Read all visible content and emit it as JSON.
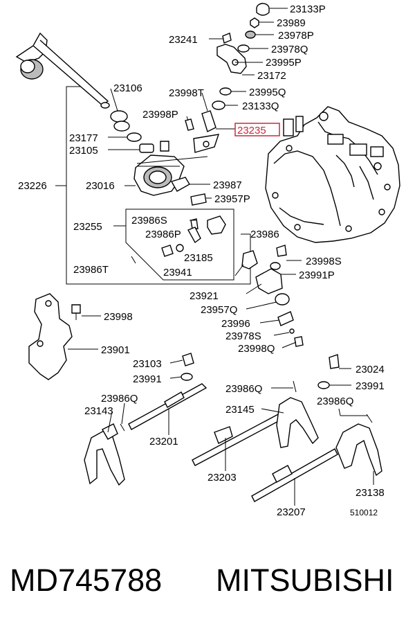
{
  "diagram": {
    "highlight_color": "#c8283c",
    "labels": {
      "p23133P": "23133P",
      "p23989": "23989",
      "p23978P": "23978P",
      "p23241": "23241",
      "p23978Q": "23978Q",
      "p23995P": "23995P",
      "p23172": "23172",
      "p23106": "23106",
      "p23998T": "23998T",
      "p23995Q": "23995Q",
      "p23133Q": "23133Q",
      "p23998P": "23998P",
      "p23235": "23235",
      "p23177": "23177",
      "p23105": "23105",
      "p23226": "23226",
      "p23016": "23016",
      "p23987": "23987",
      "p23957P": "23957P",
      "p23255": "23255",
      "p23986S": "23986S",
      "p23986": "23986",
      "p23986P": "23986P",
      "p23185": "23185",
      "p23998S": "23998S",
      "p23986T": "23986T",
      "p23941": "23941",
      "p23991P": "23991P",
      "p23921": "23921",
      "p23998": "23998",
      "p23957Q": "23957Q",
      "p23996": "23996",
      "p23978S": "23978S",
      "p23901": "23901",
      "p23998Q": "23998Q",
      "p23103": "23103",
      "p23024": "23024",
      "p23991a": "23991",
      "p23991b": "23991",
      "p23986Q_a": "23986Q",
      "p23986Q_b": "23986Q",
      "p23986Q_c": "23986Q",
      "p23143": "23143",
      "p23145": "23145",
      "p23201": "23201",
      "p23203": "23203",
      "p23138": "23138",
      "p23207": "23207"
    },
    "drawing_code": "510012",
    "part_number": "MD745788",
    "brand": "MITSUBISHI"
  }
}
